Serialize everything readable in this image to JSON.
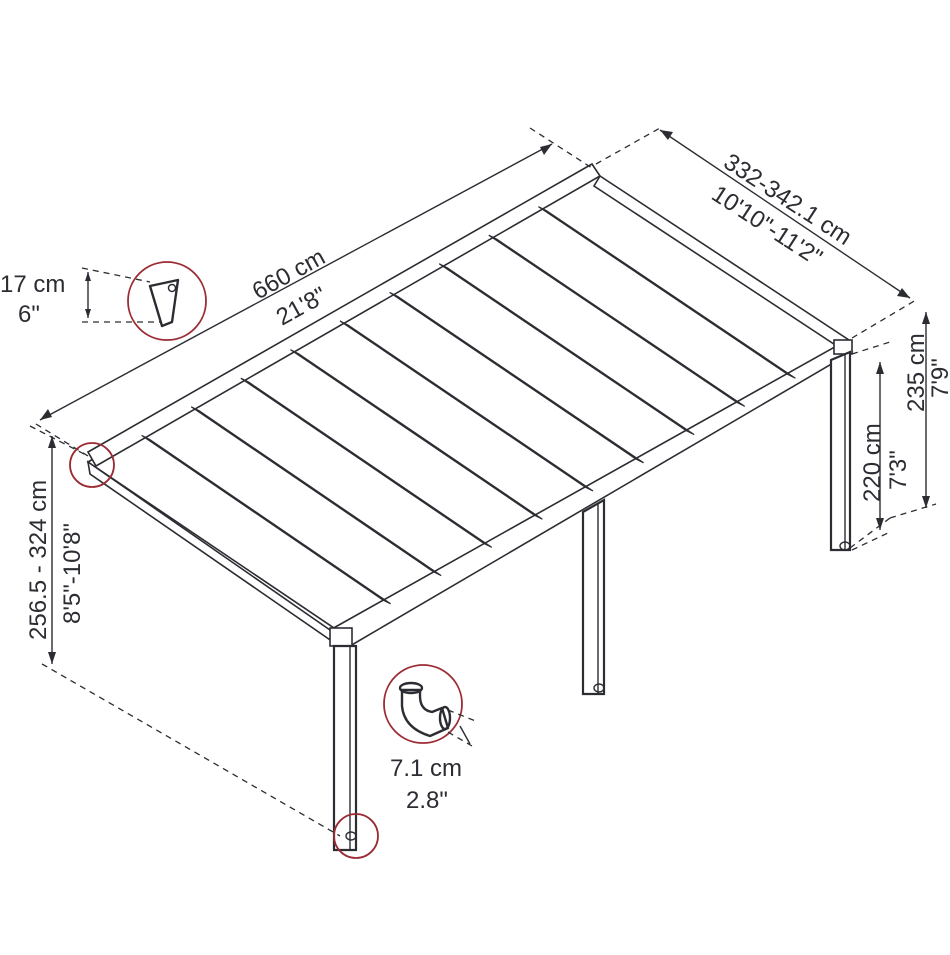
{
  "dimensions": {
    "length": {
      "metric": "660 cm",
      "imperial": "21'8\""
    },
    "depth": {
      "metric": "332-342.1 cm",
      "imperial": "10'10\"-11'2\""
    },
    "front_height": {
      "metric": "220 cm",
      "imperial": "7'3\""
    },
    "back_height": {
      "metric": "235 cm",
      "imperial": "7'9\""
    },
    "wall_height": {
      "metric": "256.5 - 324 cm",
      "imperial": "8'5\"-10'8\""
    },
    "gutter_bracket": {
      "metric": "17 cm",
      "imperial": "6\""
    },
    "downspout": {
      "metric": "7.1 cm",
      "imperial": "2.8\""
    }
  },
  "colors": {
    "line": "#2b2d33",
    "callout": "#9b2c33",
    "bar": "#5c616a"
  },
  "icons": [
    "bracket-callout-icon",
    "downspout-elbow-icon",
    "post-base-icon",
    "wall-corner-icon"
  ]
}
